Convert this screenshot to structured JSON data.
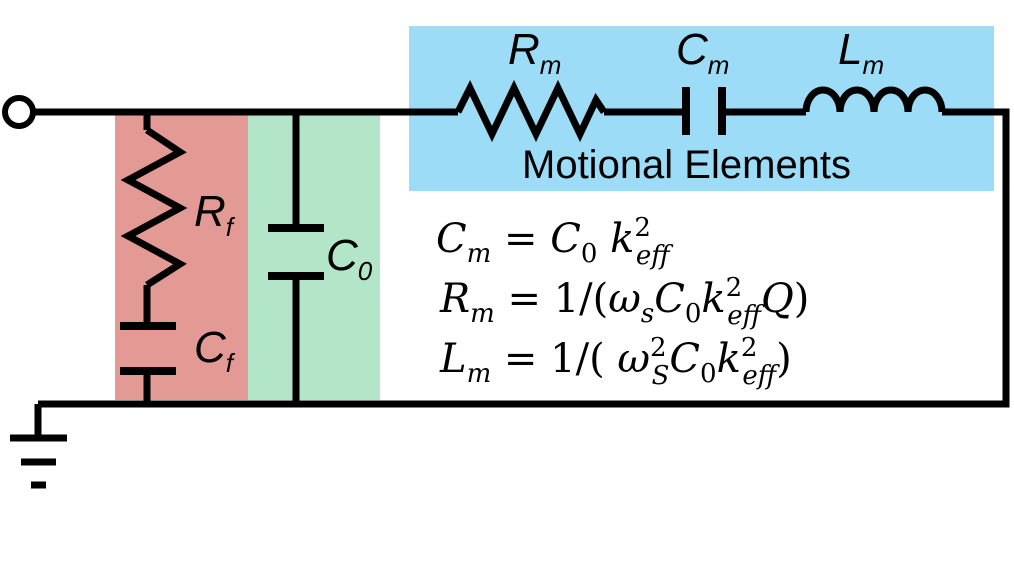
{
  "colors": {
    "motional_box": "#9ddcf6",
    "feedthrough_red": "#e49a94",
    "c0_green": "#b3e5c8",
    "wire": "#000000"
  },
  "motional": {
    "title": "Motional Elements",
    "rm": {
      "main": "R",
      "sub": "m"
    },
    "cm": {
      "main": "C",
      "sub": "m"
    },
    "lm": {
      "main": "L",
      "sub": "m"
    }
  },
  "shunt": {
    "rf": {
      "main": "R",
      "sub": "f"
    },
    "cf": {
      "main": "C",
      "sub": "f"
    },
    "c0": {
      "main": "C",
      "sub": "0"
    }
  },
  "equations": {
    "eq1": {
      "lhs": "C",
      "lhs_sub": "m",
      "eq": " = ",
      "t1": "C",
      "t1_sub": "0",
      "t2": " k",
      "t2_sup": "2",
      "t2_sub": "eff"
    },
    "eq2": {
      "lhs": "R",
      "lhs_sub": "m",
      "eq": " = 1/(",
      "w": "ω",
      "w_sub": "s",
      "c": "C",
      "c_sub": "0",
      "k": "k",
      "k_sup": "2",
      "k_sub": "eff",
      "q": "Q",
      "close": ")"
    },
    "eq3": {
      "lhs": "L",
      "lhs_sub": "m",
      "eq": " = 1/( ",
      "w": "ω",
      "w_sup": "2",
      "w_sub": "S",
      "c": "C",
      "c_sub": "0",
      "k": "k",
      "k_sup": "2",
      "k_sub": "eff",
      "close": ")"
    }
  }
}
